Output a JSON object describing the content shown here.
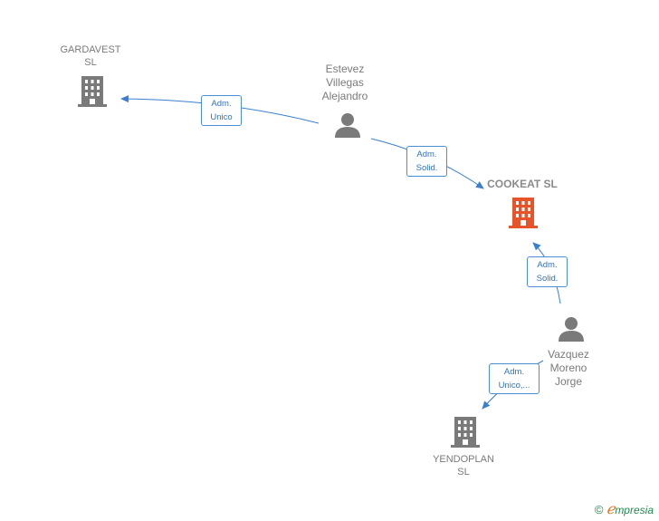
{
  "nodes": {
    "gardavest": {
      "label": "GARDAVEST\nSL",
      "icon": "building-icon",
      "color": "#7a7a7a"
    },
    "estevez": {
      "label": "Estevez\nVillegas\nAlejandro",
      "icon": "person-icon",
      "color": "#7a7a7a"
    },
    "cookeat": {
      "label": "COOKEAT  SL",
      "icon": "building-icon",
      "color": "#e8542a"
    },
    "vazquez": {
      "label": "Vazquez\nMoreno\nJorge",
      "icon": "person-icon",
      "color": "#7a7a7a"
    },
    "yendoplan": {
      "label": "YENDOPLAN\nSL",
      "icon": "building-icon",
      "color": "#7a7a7a"
    }
  },
  "edges": [
    {
      "from": "Estevez Villegas Alejandro",
      "to": "GARDAVEST SL",
      "label": "Adm.\nUnico"
    },
    {
      "from": "Estevez Villegas Alejandro",
      "to": "COOKEAT SL",
      "label": "Adm.\nSolid."
    },
    {
      "from": "Vazquez Moreno Jorge",
      "to": "COOKEAT SL",
      "label": "Adm.\nSolid."
    },
    {
      "from": "Vazquez Moreno Jorge",
      "to": "YENDOPLAN SL",
      "label": "Adm.\nUnico,..."
    }
  ],
  "edge_color": "#3a7fd0",
  "brand": {
    "copyright": "©",
    "e": "ℯ",
    "name": "mpresia"
  }
}
